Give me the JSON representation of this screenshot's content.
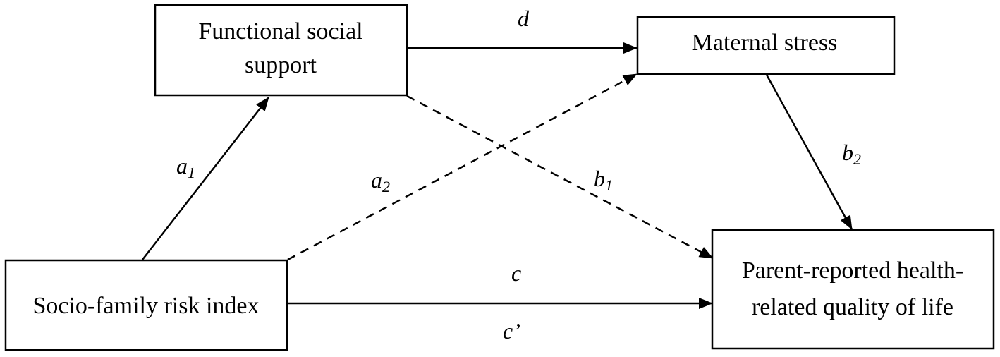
{
  "nodes": {
    "functional_support": {
      "lines": [
        "Functional social",
        "support"
      ]
    },
    "maternal_stress": {
      "lines": [
        "Maternal stress"
      ]
    },
    "risk_index": {
      "lines": [
        "Socio-family risk index"
      ]
    },
    "hrqol": {
      "lines": [
        "Parent-reported health-",
        "related quality of life"
      ]
    }
  },
  "edges": {
    "a1": {
      "label": "a",
      "sub": "1",
      "style": "solid"
    },
    "a2": {
      "label": "a",
      "sub": "2",
      "style": "dashed"
    },
    "b1": {
      "label": "b",
      "sub": "1",
      "style": "dashed"
    },
    "b2": {
      "label": "b",
      "sub": "2",
      "style": "solid"
    },
    "d": {
      "label": "d",
      "sub": "",
      "style": "solid"
    },
    "c": {
      "label": "c",
      "sub": "",
      "style": "solid"
    },
    "c_prime": {
      "label": "c’",
      "sub": ""
    }
  },
  "colors": {
    "stroke": "#000000",
    "background": "#ffffff"
  }
}
